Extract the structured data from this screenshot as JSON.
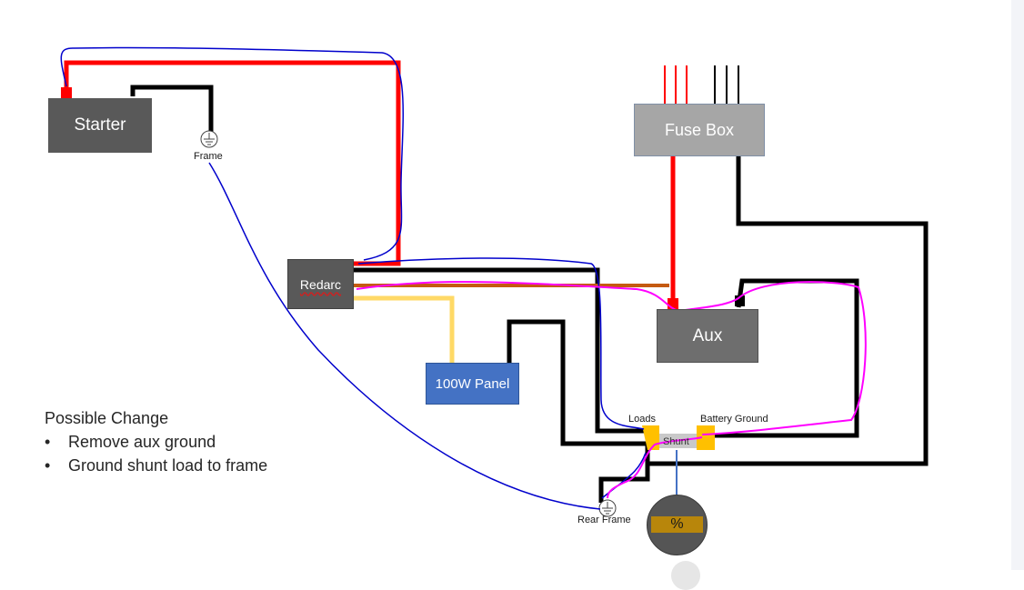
{
  "components": {
    "starter": "Starter",
    "fuse_box": "Fuse Box",
    "redarc": "Redarc",
    "aux": "Aux",
    "panel": "100W Panel"
  },
  "labels": {
    "frame": "Frame",
    "rear_frame": "Rear Frame",
    "loads": "Loads",
    "battery_ground": "Battery Ground",
    "shunt": "Shunt",
    "meter": "%"
  },
  "notes": {
    "heading": "Possible Change",
    "items": [
      "Remove aux ground",
      "Ground shunt load to frame"
    ]
  },
  "colors": {
    "positive": "#ff0000",
    "ground": "#000000",
    "solar": "#ffd966",
    "charge": "#c55a11",
    "proposed_ground": "#0000cc",
    "highlight": "#ff00ff",
    "shunt_terminal": "#ffc000"
  },
  "icons": [
    "ground-symbol-icon"
  ]
}
